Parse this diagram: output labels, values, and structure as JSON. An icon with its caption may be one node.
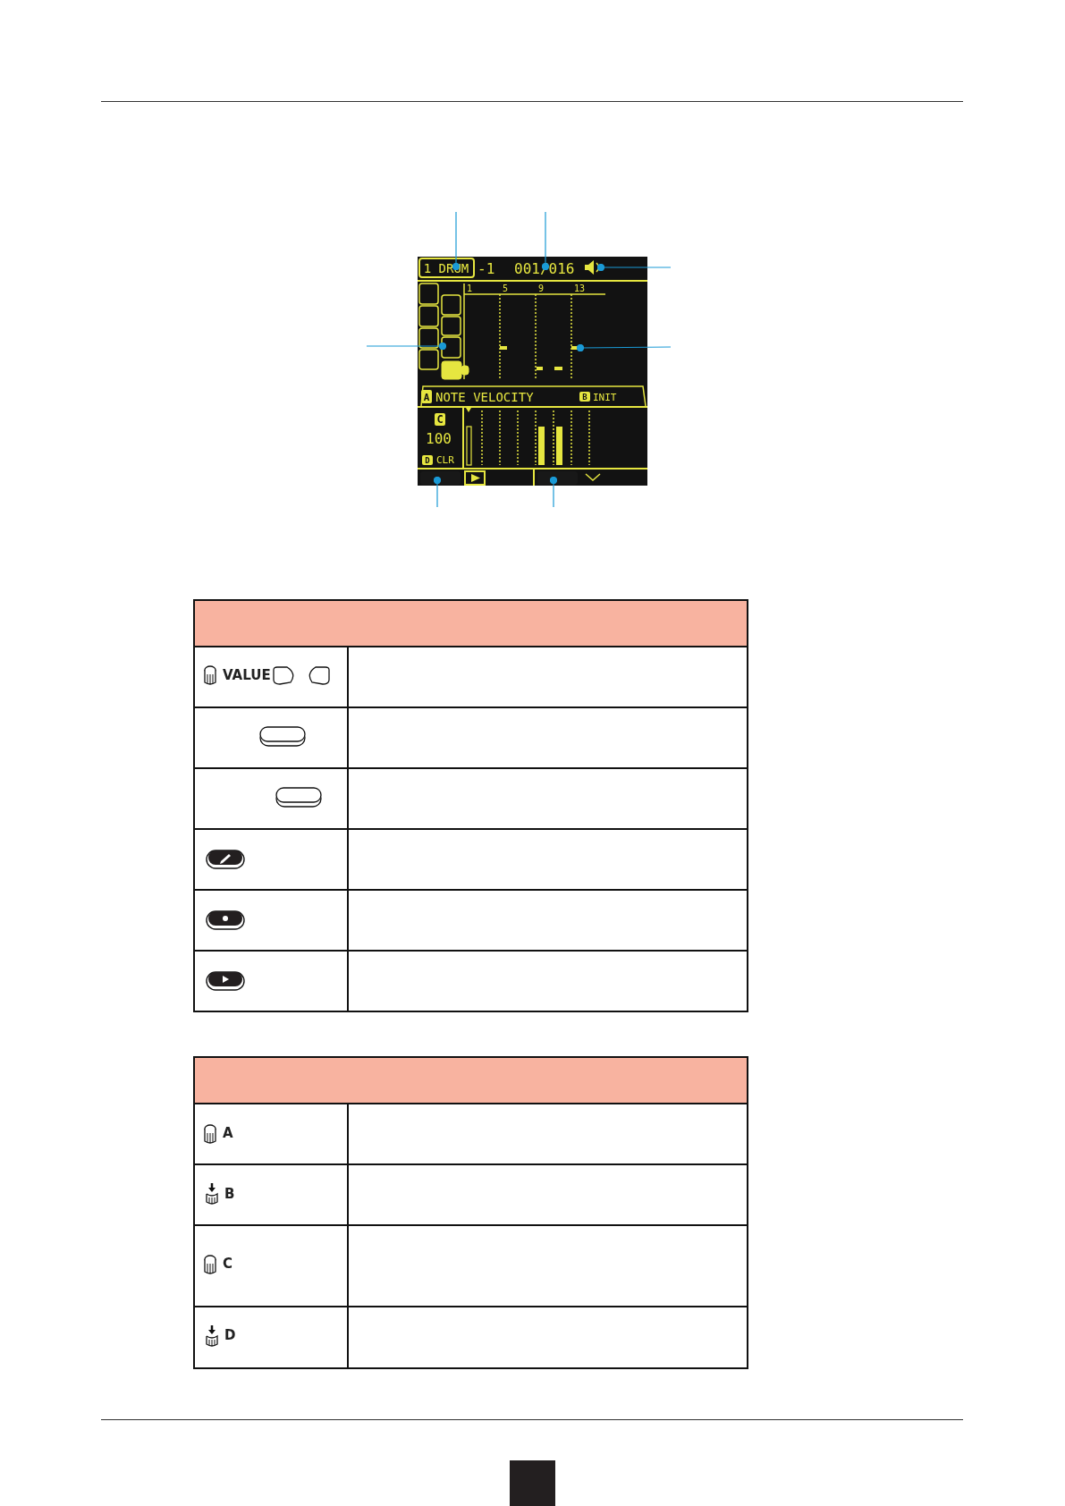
{
  "diagram": {
    "nodes": [
      {
        "text": [
          "1 DRUM"
        ]
      },
      {
        "text": [
          "001/016"
        ]
      },
      {
        "text": [],
        "shape": "speaker"
      },
      {
        "text": [],
        "shape": "box"
      },
      {
        "text": [],
        "shape": "bar"
      },
      {
        "text": [],
        "shape": "box"
      },
      {
        "text": [],
        "shape": "box"
      }
    ],
    "edges": [
      {
        "from": null,
        "to": 0,
        "arrow": "other"
      },
      {
        "from": null,
        "to": 1,
        "arrow": "other"
      },
      {
        "from": null,
        "to": 2,
        "arrow": "other"
      },
      {
        "from": null,
        "to": 3,
        "arrow": "other"
      },
      {
        "from": null,
        "to": 4,
        "arrow": "other"
      },
      {
        "from": null,
        "to": 5,
        "arrow": "other"
      },
      {
        "from": null,
        "to": 6,
        "arrow": "other"
      }
    ],
    "labels": [
      "-1",
      "1",
      "5",
      "9",
      "13",
      "A",
      "NOTE VELOCITY",
      "B",
      "INIT",
      "C",
      "100",
      "D",
      "CLR",
      "VALUE",
      "A",
      "B",
      "C",
      "D"
    ]
  }
}
